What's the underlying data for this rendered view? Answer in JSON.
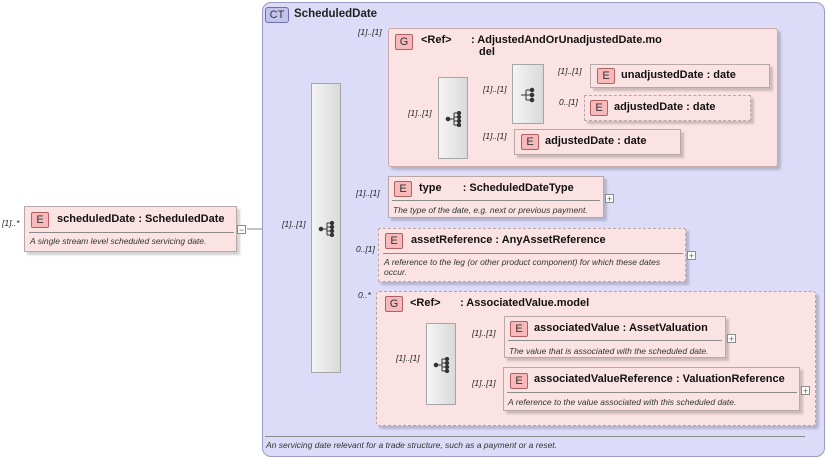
{
  "root": {
    "badge": "E",
    "name": "scheduledDate",
    "colon": ":",
    "type": "ScheduledDate",
    "multiplicity": "[1]..*",
    "description": "A single stream level scheduled servicing date.",
    "collapse_symbol": "−"
  },
  "complex_type": {
    "badge": "CT",
    "title": "ScheduledDate",
    "description": "An servicing date relevant for a trade structure, such as a payment or a reset.",
    "seq_multiplicity": "[1]..[1]"
  },
  "group_adjusted": {
    "badge": "G",
    "ref_label": "<Ref>",
    "name_line1": ": AdjustedAndOrUnadjustedDate.mo",
    "name_line2": "del",
    "multiplicity": "[1]..[1]",
    "seq_multiplicity": "[1]..[1]",
    "choice_multiplicity": "[1]..[1]",
    "choice_items": [
      {
        "badge": "E",
        "name": "unadjustedDate",
        "type": ": date",
        "multiplicity": "[1]..[1]"
      },
      {
        "badge": "E",
        "name": "adjustedDate",
        "type": ": date",
        "multiplicity": "0..[1]"
      }
    ],
    "extra_item": {
      "badge": "E",
      "name": "adjustedDate",
      "type": ": date",
      "multiplicity": "[1]..[1]"
    }
  },
  "elements": [
    {
      "badge": "E",
      "name": "type",
      "type": ": ScheduledDateType",
      "multiplicity": "[1]..[1]",
      "description": "The type of the date, e.g. next or previous payment."
    },
    {
      "badge": "E",
      "name": "assetReference",
      "type": ": AnyAssetReference",
      "multiplicity": "0..[1]",
      "description_line1": "A reference to the leg (or other product component) for which these dates",
      "description_line2": "occur."
    }
  ],
  "group_associated": {
    "badge": "G",
    "ref_label": "<Ref>",
    "name": ": AssociatedValue.model",
    "multiplicity": "0..*",
    "seq_multiplicity": "[1]..[1]",
    "items": [
      {
        "badge": "E",
        "name": "associatedValue",
        "type": ": AssetValuation",
        "multiplicity": "[1]..[1]",
        "description": "The value that is associated with the scheduled date."
      },
      {
        "badge": "E",
        "name": "associatedValueReference",
        "type": ": ValuationReference",
        "multiplicity": "[1]..[1]",
        "description": "A reference to the value associated with this scheduled date."
      }
    ]
  },
  "expand_symbol": "+"
}
